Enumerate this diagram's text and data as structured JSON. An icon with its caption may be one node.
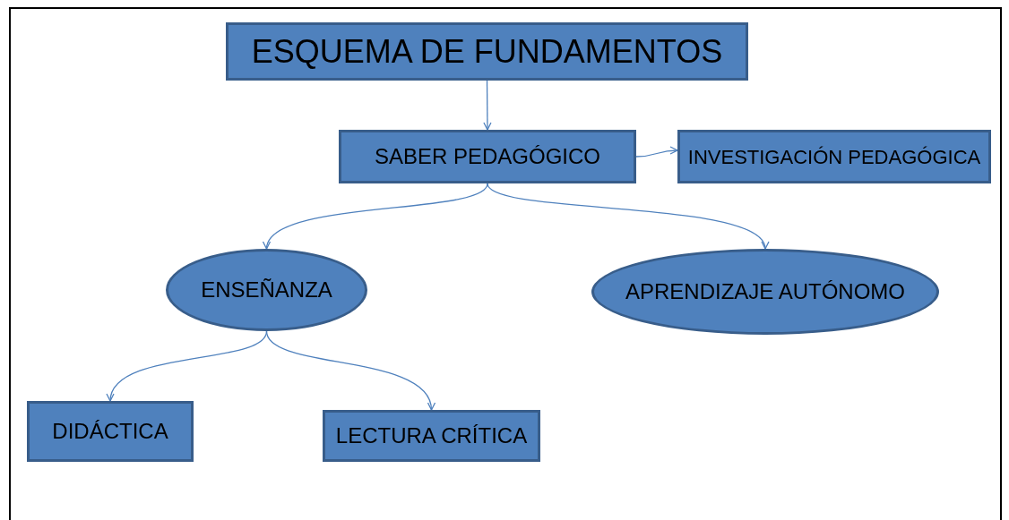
{
  "diagram": {
    "nodes": [
      {
        "text": [
          "ESQUEMA DE FUNDAMENTOS"
        ]
      },
      {
        "text": [
          "SABER PEDAGÓGICO"
        ]
      },
      {
        "text": [
          "INVESTIGACIÓN PEDAGÓGICA"
        ]
      },
      {
        "text": [
          "ENSEÑANZA"
        ]
      },
      {
        "text": [
          "APRENDIZAJE AUTÓNOMO"
        ]
      },
      {
        "text": [
          "DIDÁCTICA"
        ]
      },
      {
        "text": [
          "LECTURA CRÍTICA"
        ]
      }
    ],
    "edges": [
      {
        "from": 0,
        "to": 1,
        "arrow": "to"
      },
      {
        "from": 1,
        "to": 2,
        "arrow": "to"
      },
      {
        "from": 1,
        "to": 3,
        "arrow": "to"
      },
      {
        "from": 1,
        "to": 4,
        "arrow": "to"
      },
      {
        "from": 3,
        "to": 5,
        "arrow": "to"
      },
      {
        "from": 3,
        "to": 6,
        "arrow": "to"
      }
    ]
  }
}
